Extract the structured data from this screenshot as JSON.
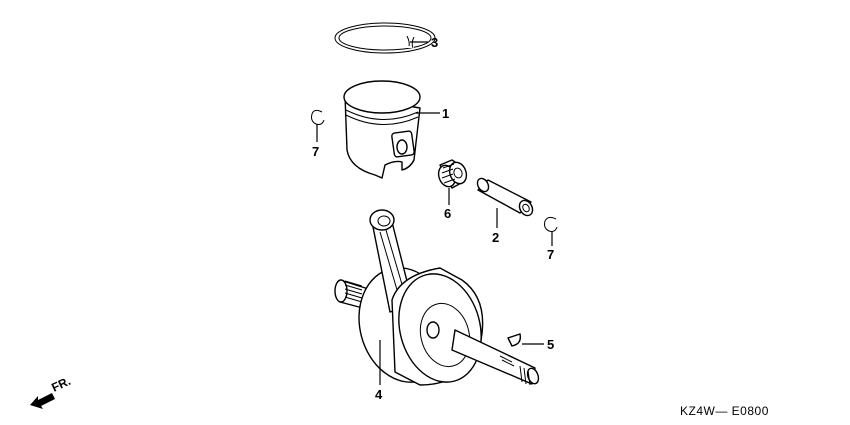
{
  "diagram": {
    "type": "exploded-parts-diagram",
    "diagram_code": "KZ4W— E0800",
    "direction_indicator": {
      "label": "FR.",
      "icon": "front-arrow-icon"
    },
    "callouts": [
      {
        "number": "1",
        "part": "piston"
      },
      {
        "number": "2",
        "part": "piston-pin"
      },
      {
        "number": "3",
        "part": "piston-ring"
      },
      {
        "number": "4",
        "part": "crankshaft"
      },
      {
        "number": "5",
        "part": "woodruff-key"
      },
      {
        "number": "6",
        "part": "needle-bearing"
      },
      {
        "number": "7",
        "part": "piston-pin-clip-left"
      },
      {
        "number": "7",
        "part": "piston-pin-clip-right"
      }
    ]
  }
}
